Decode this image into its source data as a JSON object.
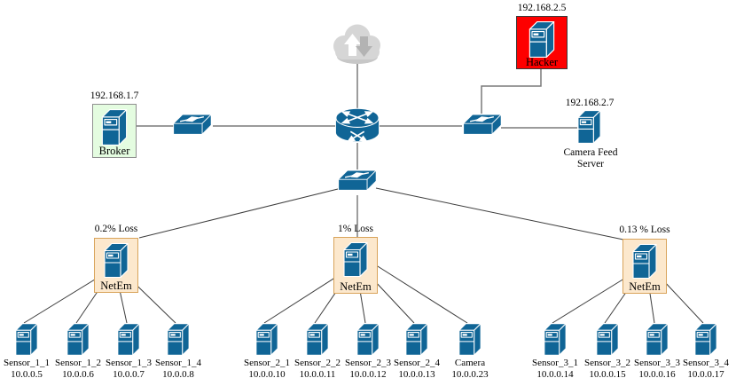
{
  "colors": {
    "device_blue": "#106596",
    "netem_box_fill": "#fce8cd",
    "netem_box_border": "#d9a45b",
    "broker_box_fill": "#e4fce0",
    "broker_box_border": "#8f8f8f",
    "hacker_box_fill": "#fe0000",
    "backbone_link": "#7a7a7a",
    "fan_link": "#3d3d3d",
    "cloud_gray": "#d6d6d6"
  },
  "nodes": {
    "internet_cloud": {
      "icon": "cloud-updown-arrows-icon"
    },
    "core_router": {
      "icon": "router-icon"
    },
    "broker": {
      "ip": "192.168.1.7",
      "label": "Broker",
      "icon": "server-icon"
    },
    "hacker": {
      "ip": "192.168.2.5",
      "label": "Hacker",
      "icon": "server-icon"
    },
    "camera_feed_server": {
      "ip": "192.168.2.7",
      "label_line1": "Camera Feed",
      "label_line2": "Server",
      "icon": "server-icon"
    },
    "switch_broker": {
      "icon": "switch-icon"
    },
    "switch_hacker": {
      "icon": "switch-icon"
    },
    "switch_distribution": {
      "icon": "switch-icon"
    }
  },
  "netem_groups": [
    {
      "loss_label": "0.2% Loss",
      "name": "NetEm"
    },
    {
      "loss_label": "1% Loss",
      "name": "NetEm"
    },
    {
      "loss_label": "0.13 % Loss",
      "name": "NetEm"
    }
  ],
  "endpoints": [
    {
      "name": "Sensor_1_1",
      "ip": "10.0.0.5"
    },
    {
      "name": "Sensor_1_2",
      "ip": "10.0.0.6"
    },
    {
      "name": "Sensor_1_3",
      "ip": "10.0.0.7"
    },
    {
      "name": "Sensor_1_4",
      "ip": "10.0.0.8"
    },
    {
      "name": "Sensor_2_1",
      "ip": "10.0.0.10"
    },
    {
      "name": "Sensor_2_2",
      "ip": "10.0.0.11"
    },
    {
      "name": "Sensor_2_3",
      "ip": "10.0.0.12"
    },
    {
      "name": "Sensor_2_4",
      "ip": "10.0.0.13"
    },
    {
      "name": "Camera",
      "ip": "10.0.0.23"
    },
    {
      "name": "Sensor_3_1",
      "ip": "10.0.0.14"
    },
    {
      "name": "Sensor_3_2",
      "ip": "10.0.0.15"
    },
    {
      "name": "Sensor_3_3",
      "ip": "10.0.0.16"
    },
    {
      "name": "Sensor_3_4",
      "ip": "10.0.0.17"
    }
  ]
}
